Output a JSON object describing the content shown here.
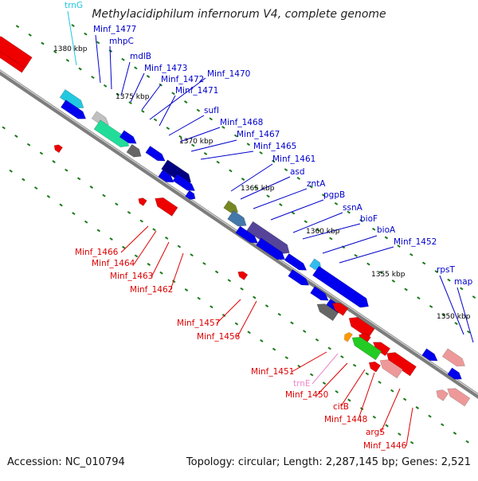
{
  "title": "Methylacidiphilum infernorum V4, complete genome",
  "footer": {
    "accession": "Accession: NC_010794",
    "summary": "Topology: circular; Length: 2,287,145 bp; Genes: 2,521"
  },
  "colors": {
    "backbone": "#808080",
    "forward_gene": "#0000ee",
    "reverse_gene": "#ee0000",
    "forward_label": "#0000cc",
    "reverse_label": "#dd0000",
    "trna": "#22c8e0",
    "trna_reverse": "#ee88cc",
    "tick": "#117711",
    "kbp_label": "#111111"
  },
  "kbp_ticks": [
    "1380 kbp",
    "1375 kbp",
    "1370 kbp",
    "1365 kbp",
    "1360 kbp",
    "1355 kbp",
    "1350 kbp"
  ],
  "forward_labels": [
    "trnG",
    "Minf_1477",
    "mhpC",
    "mdlB",
    "Minf_1473",
    "Minf_1472",
    "Minf_1470",
    "Minf_1471",
    "sufI",
    "Minf_1468",
    "Minf_1467",
    "Minf_1465",
    "Minf_1461",
    "asd",
    "zntA",
    "pgpB",
    "ssnA",
    "bioF",
    "bioA",
    "Minf_1452",
    "rpsT",
    "map"
  ],
  "reverse_labels": [
    "Minf_1466",
    "Minf_1464",
    "Minf_1463",
    "Minf_1462",
    "Minf_1457",
    "Minf_1456",
    "Minf_1451",
    "trnE",
    "Minf_1450",
    "citB",
    "Minf_1448",
    "argS",
    "Minf_1446"
  ]
}
